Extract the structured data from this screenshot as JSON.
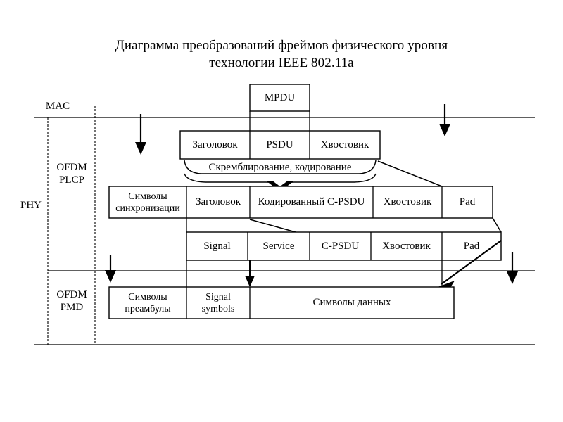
{
  "title": {
    "line1": "Диаграмма преобразований фреймов физического уровня",
    "line2": "технологии IEEE 802.11a"
  },
  "side_labels": {
    "mac": "MAC",
    "phy": "PHY",
    "ofdm_plcp": "OFDM\nPLCP",
    "ofdm_pmd": "OFDM\nPMD"
  },
  "rows": {
    "mpdu": {
      "cells": [
        {
          "label": "MPDU"
        }
      ]
    },
    "psdu": {
      "cells": [
        {
          "label": "Заголовок"
        },
        {
          "label": "PSDU"
        },
        {
          "label": "Хвостовик"
        }
      ]
    },
    "coded": {
      "cells": [
        {
          "label": "Символы\nсинхронизации"
        },
        {
          "label": "Заголовок"
        },
        {
          "label": "Кодированный C-PSDU"
        },
        {
          "label": "Хвостовик"
        },
        {
          "label": "Pad"
        }
      ]
    },
    "signal": {
      "cells": [
        {
          "label": "Signal"
        },
        {
          "label": "Service"
        },
        {
          "label": "C-PSDU"
        },
        {
          "label": "Хвостовик"
        },
        {
          "label": "Pad"
        }
      ]
    },
    "symbols": {
      "cells": [
        {
          "label": "Символы\nпреамбулы"
        },
        {
          "label": "Signal\nsymbols"
        },
        {
          "label": "Символы данных"
        }
      ]
    }
  },
  "annotations": {
    "scrambling": "Скремблирование, кодирование"
  },
  "colors": {
    "line": "#000000",
    "background": "#ffffff",
    "layer_divider": "#000000"
  }
}
